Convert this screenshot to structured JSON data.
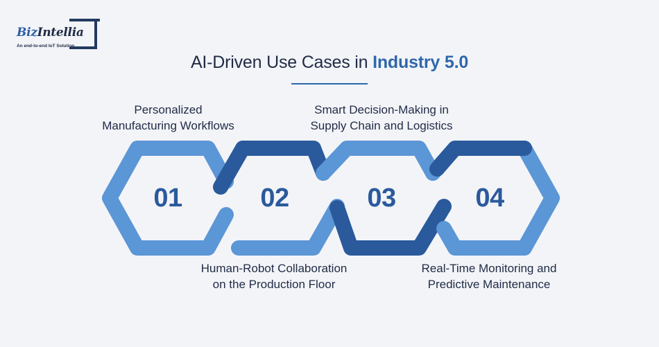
{
  "brand": {
    "name_part1": "Biz",
    "name_part2": "Intellia",
    "tagline": "An end-to-end IoT Solution"
  },
  "title": {
    "main": "AI-Driven Use Cases in ",
    "highlight": "Industry 5.0"
  },
  "steps": [
    {
      "number": "01",
      "label_line1": "Personalized",
      "label_line2": "Manufacturing Workflows"
    },
    {
      "number": "02",
      "label_line1": "Human-Robot Collaboration",
      "label_line2": "on the Production Floor"
    },
    {
      "number": "03",
      "label_line1": "Smart Decision-Making in",
      "label_line2": "Supply Chain and Logistics"
    },
    {
      "number": "04",
      "label_line1": "Real-Time Monitoring and",
      "label_line2": "Predictive Maintenance"
    }
  ],
  "colors": {
    "background": "#f3f4f8",
    "light_blue": "#5b96d6",
    "dark_blue": "#2a5a9c",
    "text": "#1f2b45"
  }
}
